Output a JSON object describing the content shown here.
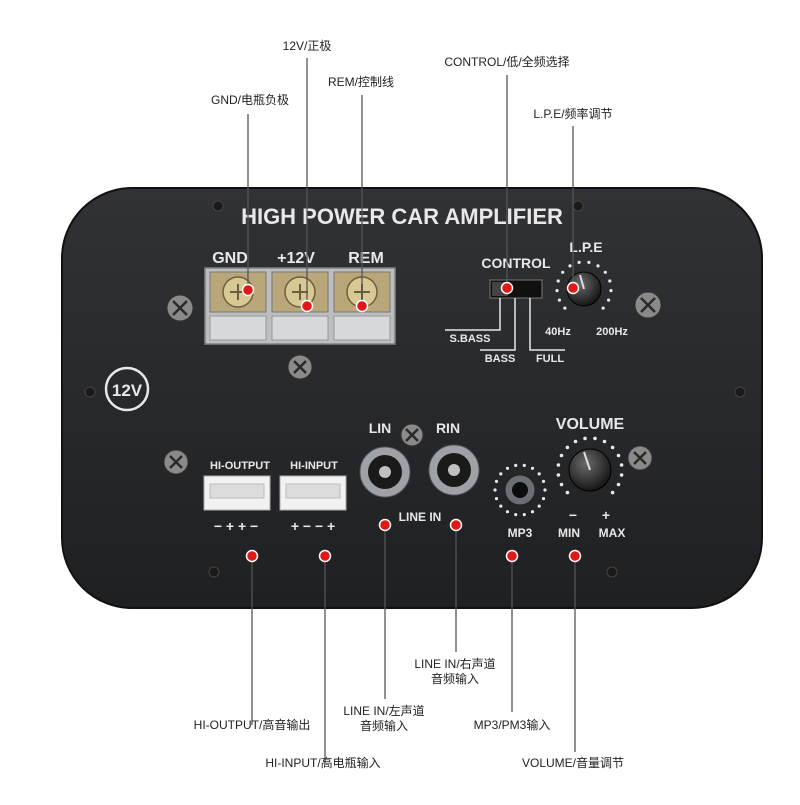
{
  "panel": {
    "title": "HIGH POWER CAR AMPLIFIER",
    "badge": "12V",
    "terminals": [
      "GND",
      "+12V",
      "REM"
    ],
    "control": {
      "label": "CONTROL",
      "sbass": "S.BASS",
      "bass": "BASS",
      "full": "FULL"
    },
    "lpe": {
      "label": "L.P.E",
      "min": "40Hz",
      "max": "200Hz"
    },
    "hi_output": {
      "label": "HI-OUTPUT",
      "polarity": "− + + −"
    },
    "hi_input": {
      "label": "HI-INPUT",
      "polarity": "+ − − +"
    },
    "line_in": {
      "lin": "LIN",
      "rin": "RIN",
      "label": "LINE  IN"
    },
    "mp3": "MP3",
    "volume": {
      "label": "VOLUME",
      "minus": "−",
      "plus": "+",
      "min": "MIN",
      "max": "MAX"
    }
  },
  "callouts": {
    "v12": "12V/正极",
    "gnd": "GND/电瓶负极",
    "rem": "REM/控制线",
    "control": "CONTROL/低/全频选择",
    "lpe": "L.P.E/频率调节",
    "line_in_right_1": "LINE IN/右声道",
    "line_in_right_2": "音频输入",
    "line_in_left_1": "LINE IN/左声道",
    "line_in_left_2": "音频输入",
    "hi_output": "HI-OUTPUT/高音输出",
    "hi_input": "HI-INPUT/高电瓶输入",
    "mp3": "MP3/PM3输入",
    "volume": "VOLUME/音量调节"
  },
  "colors": {
    "panel": "#26282b",
    "callout_dot": "#e01818",
    "line": "#555555"
  }
}
